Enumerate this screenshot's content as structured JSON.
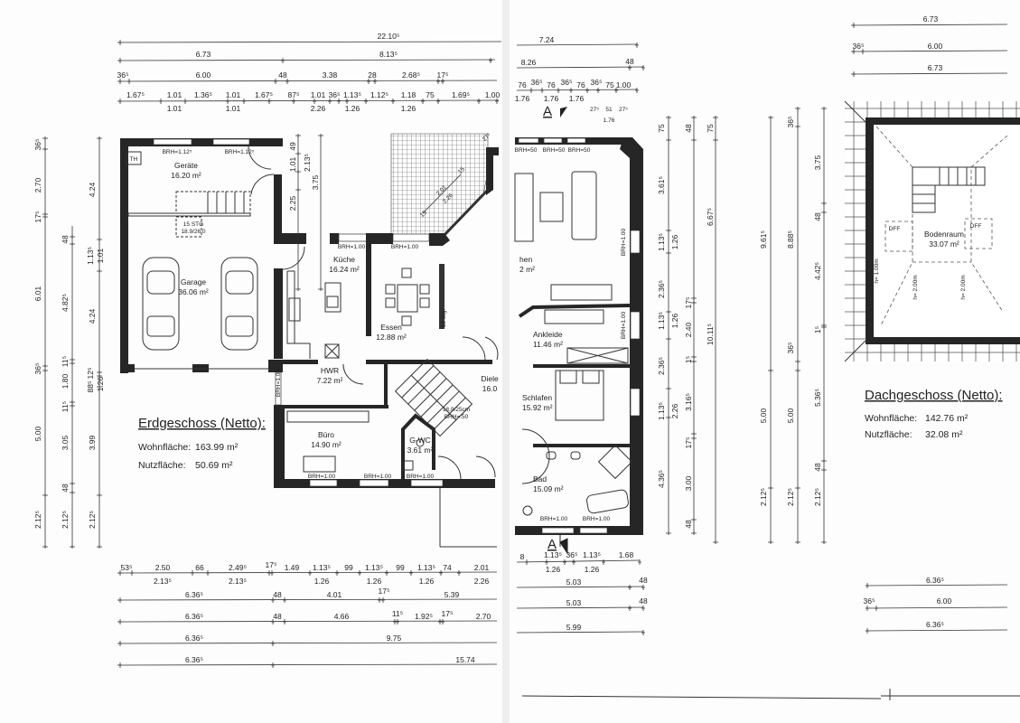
{
  "ground_floor": {
    "title": "Erdgeschoss (Netto):",
    "wohnflaeche_label": "Wohnfläche:",
    "wohnflaeche_value": "163.99 m²",
    "nutzflaeche_label": "Nutzfläche:",
    "nutzflaeche_value": "50.69 m²",
    "rooms": [
      {
        "name": "Geräte",
        "area": "16.20 m²"
      },
      {
        "name": "Garage",
        "area": "36.06 m²"
      },
      {
        "name": "Küche",
        "area": "16.24 m²"
      },
      {
        "name": "Essen",
        "area": "12.88 m²"
      },
      {
        "name": "HWR",
        "area": "7.22 m²"
      },
      {
        "name": "Büro",
        "area": "14.90 m²"
      },
      {
        "name": "G-WC",
        "area": "3.61 m²"
      },
      {
        "name": "Diele",
        "area": "16.0"
      }
    ],
    "labels": [
      "TH",
      "BRH=1.12⁵",
      "BRH=1.12⁵",
      "15 STG",
      "18.9/26.0",
      "BRH=1.00",
      "BRH=1.00",
      "BRH=1.00",
      "BRH=1.00",
      "BRH=1.00",
      "BRH=1.00",
      "15 Stg.",
      "18,9/25cm",
      "BRH=.50"
    ],
    "dims_top": [
      "22.10⁵",
      "6.73",
      "8.13⁵",
      "36⁵",
      "6.00",
      "48",
      "3.38",
      "28",
      "2.68⁵",
      "17⁵",
      "1.67⁵",
      "1.01",
      "1.36⁵",
      "1.01",
      "1.67⁵",
      "87⁵",
      "1.01",
      "36⁵",
      "1.13⁵",
      "1.12⁵",
      "1.18",
      "75",
      "1.69⁵",
      "1.00",
      "1.01",
      "1.01",
      "2.26",
      "1.26",
      "1.26"
    ],
    "dims_inner": [
      "49",
      "1.01",
      "2.13⁵",
      "3.75",
      "2.25",
      "2.01",
      "2.26",
      "15",
      "15",
      "27⁵"
    ],
    "dims_bottom": [
      "53⁵",
      "2.50",
      "66",
      "2.49⁵",
      "17⁵",
      "1.49",
      "1.13⁵",
      "99",
      "1.13⁵",
      "99",
      "1.13⁵",
      "74",
      "2.01",
      "2.13⁵",
      "2.13⁵",
      "1.26",
      "1.26",
      "1.26",
      "2.26",
      "6.36⁵",
      "48",
      "4.01",
      "17⁵",
      "5.39",
      "6.36⁵",
      "48",
      "4.66",
      "11⁵",
      "1.92⁵",
      "17⁵",
      "2.70",
      "6.36⁵",
      "9.75",
      "6.36⁵",
      "15.74"
    ],
    "dims_left": [
      "36⁵",
      "2.70",
      "17⁵",
      "6.01",
      "36⁵",
      "5.00",
      "2.12⁵",
      "48",
      "4.82⁵",
      "11⁵",
      "1.80",
      "11⁵",
      "3.05",
      "48",
      "2.12⁵",
      "4.24",
      "1.13⁵",
      "1.01",
      "4.24",
      "12⁵",
      "88⁵",
      "1.26",
      "3.99",
      "2.12⁵"
    ]
  },
  "upper_floor": {
    "section_marker": "A",
    "rooms": [
      {
        "name": "hen",
        "area": "2 m²"
      },
      {
        "name": "Ankleide",
        "area": "11.46 m²"
      },
      {
        "name": "Schlafen",
        "area": "15.92 m²"
      },
      {
        "name": "Bad",
        "area": "15.09 m²"
      }
    ],
    "labels": [
      "BRH=50",
      "BRH=50",
      "BRH=50",
      "BRH=1.00",
      "BRH=1.00",
      "BRH=1.00",
      "BRH=1.00"
    ],
    "dims_top": [
      "7.24",
      "8.26",
      "48",
      "76",
      "36⁵",
      "76",
      "36⁵",
      "76",
      "36⁵",
      "75",
      "1.00",
      "1.76",
      "1.76",
      "1.76",
      "27⁵",
      "51",
      "27⁵",
      "1.76"
    ],
    "dims_right": [
      "75",
      "3.61⁵",
      "1.13⁵",
      "2.36⁵",
      "1.13⁵",
      "2.36⁵",
      "1.13⁵",
      "4.36⁵",
      "1.26",
      "1.26",
      "2.26",
      "48",
      "17⁵",
      "2.40",
      "1⁵",
      "3.16⁵",
      "17⁵",
      "3.00",
      "48",
      "75",
      "6.67⁵",
      "10.11⁵"
    ],
    "dims_bottom": [
      "8",
      "1.13⁵",
      "36⁵",
      "1.13⁵",
      "1.68",
      "1.26",
      "1.26",
      "5.03",
      "48",
      "5.03",
      "48",
      "5.99"
    ]
  },
  "attic": {
    "title": "Dachgeschoss (Netto):",
    "wohnflaeche_label": "Wohnfläche:",
    "wohnflaeche_value": "142.76 m²",
    "nutzflaeche_label": "Nutzfläche:",
    "nutzflaeche_value": "32.08 m²",
    "room": {
      "name": "Bodenraum",
      "area": "33.07 m²"
    },
    "labels": [
      "DFF",
      "DFF",
      "h= 1.00m",
      "h= 2.00m",
      "h= 2.00m"
    ],
    "dims_top": [
      "6.73",
      "36⁵",
      "6.00",
      "6.73"
    ],
    "dims_left": [
      "9.61⁵",
      "5.00",
      "2.12⁵",
      "36⁵",
      "8.88⁵",
      "36⁵",
      "5.00",
      "2.12⁵",
      "3.75",
      "48",
      "4.42⁵",
      "1⁵",
      "5.36⁵",
      "48",
      "2.12⁵"
    ],
    "dims_bottom": [
      "6.36⁵",
      "36⁵",
      "6.00",
      "6.36⁵"
    ]
  }
}
